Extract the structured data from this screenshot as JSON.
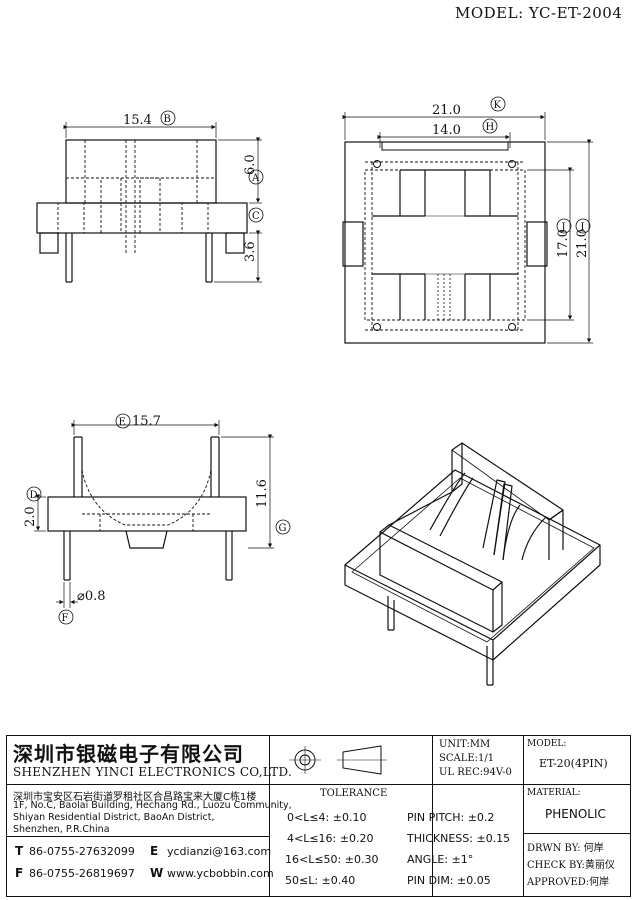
{
  "header": {
    "model_label": "MODEL: YC-ET-2004"
  },
  "views": {
    "top_left": {
      "dim_width": "15.4",
      "dim_height_top": "6.0",
      "dim_height_pin": "3.6",
      "label_width": "B",
      "label_height_top": "A",
      "label_base": "C"
    },
    "top_right": {
      "dim_outer_width": "21.0",
      "dim_inner_width": "14.0",
      "dim_inner_height": "17.0",
      "dim_outer_height": "21.0",
      "label_outer_width": "K",
      "label_inner_width": "H",
      "label_inner_height": "J",
      "label_outer_height": "I"
    },
    "bottom_left": {
      "dim_width": "15.7",
      "dim_height": "11.6",
      "dim_base": "2.0",
      "dim_pin": "⌀0.8",
      "label_width": "E",
      "label_base": "D",
      "label_height": "G",
      "label_pin": "F"
    }
  },
  "title_block": {
    "company_cn": "深圳市银磁电子有限公司",
    "company_en": "SHENZHEN YINCI ELECTRONICS CO,LTD.",
    "address_cn": "深圳市宝安区石岩街道罗租社区合昌路宝来大厦C栋1楼",
    "address_en_1": "1F, No.C, Baolai Building, Hechang Rd., Luozu Community,",
    "address_en_2": "Shiyan Residential District, BaoAn District,",
    "address_en_3": "Shenzhen, P.R.China",
    "tel_label": "T",
    "tel": "86-0755-27632099",
    "fax_label": "F",
    "fax": "86-0755-26819697",
    "email_label": "E",
    "email": "ycdianzi@163.com",
    "web_label": "W",
    "web": "www.ycbobbin.com",
    "unit": "UNIT:MM",
    "scale": "SCALE:1/1",
    "ul_rec": "UL REC:94V-0",
    "model_title": "MODEL:",
    "model_value": "ET-20(4PIN)",
    "tolerance_title": "TOLERANCE",
    "tol_1": "0<L≤4: ±0.10",
    "tol_2": "4<L≤16: ±0.20",
    "tol_3": "16<L≤50: ±0.30",
    "tol_4": "50≤L: ±0.40",
    "pin_pitch": "PIN PITCH: ±0.2",
    "thickness": "THICKNESS: ±0.15",
    "angle": "ANGLE: ±1°",
    "pin_dim": "PIN DIM: ±0.05",
    "material_title": "MATERIAL:",
    "material_value": "PHENOLIC",
    "drawn_by": "DRWN BY: 何岸",
    "check_by": "CHECK BY:黄丽仪",
    "approved": "APPROVED:何岸"
  }
}
